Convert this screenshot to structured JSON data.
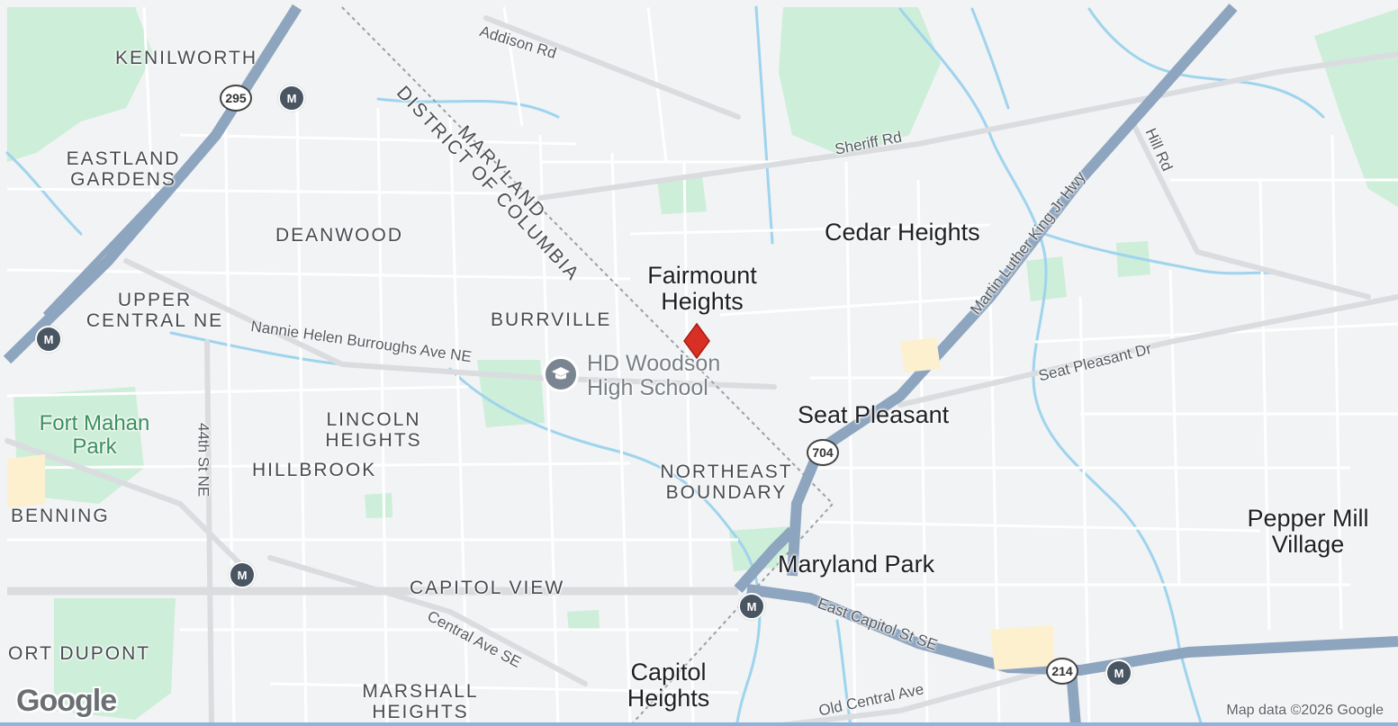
{
  "map": {
    "colors": {
      "land": "#f1f3f4",
      "park": "#cdeed8",
      "water": "#9fd4ee",
      "highway": "#8ea5bf",
      "road": "#ffffff",
      "border": "#9aa0a6",
      "pin": "#d93025"
    },
    "neighborhoods": [
      {
        "name": "KENILWORTH"
      },
      {
        "name": "EASTLAND GARDENS"
      },
      {
        "name": "DEANWOOD"
      },
      {
        "name": "UPPER CENTRAL NE"
      },
      {
        "name": "BURRVILLE"
      },
      {
        "name": "LINCOLN HEIGHTS"
      },
      {
        "name": "HILLBROOK"
      },
      {
        "name": "BENNING"
      },
      {
        "name": "NORTHEAST BOUNDARY"
      },
      {
        "name": "CAPITOL VIEW"
      },
      {
        "name": "ORT DUPONT"
      },
      {
        "name": "MARSHALL HEIGHTS"
      }
    ],
    "places": [
      {
        "name": "Cedar Heights"
      },
      {
        "name": "Fairmount Heights"
      },
      {
        "name": "Seat Pleasant"
      },
      {
        "name": "Maryland Park"
      },
      {
        "name": "Capitol Heights"
      },
      {
        "name": "Pepper Mill Village"
      }
    ],
    "parks": [
      {
        "name": "Fort Mahan Park"
      }
    ],
    "poi": {
      "name": "HD Woodson High School",
      "icon": "school-icon"
    },
    "streets": [
      {
        "name": "Addison Rd"
      },
      {
        "name": "Sheriff Rd"
      },
      {
        "name": "Martin Luther King Jr Hwy"
      },
      {
        "name": "Hill Rd"
      },
      {
        "name": "Nannie Helen Burroughs Ave NE"
      },
      {
        "name": "Seat Pleasant Dr"
      },
      {
        "name": "44th St NE"
      },
      {
        "name": "Central Ave SE"
      },
      {
        "name": "East Capitol St SE"
      },
      {
        "name": "Old Central Ave"
      }
    ],
    "borders": {
      "upper": "MARYLAND",
      "lower": "DISTRICT OF COLUMBIA"
    },
    "shields": [
      "295",
      "704",
      "214"
    ],
    "metro_label": "M",
    "logo": "Google",
    "attribution": "Map data ©2026 Google",
    "pin_icon": "location-pin-icon"
  }
}
